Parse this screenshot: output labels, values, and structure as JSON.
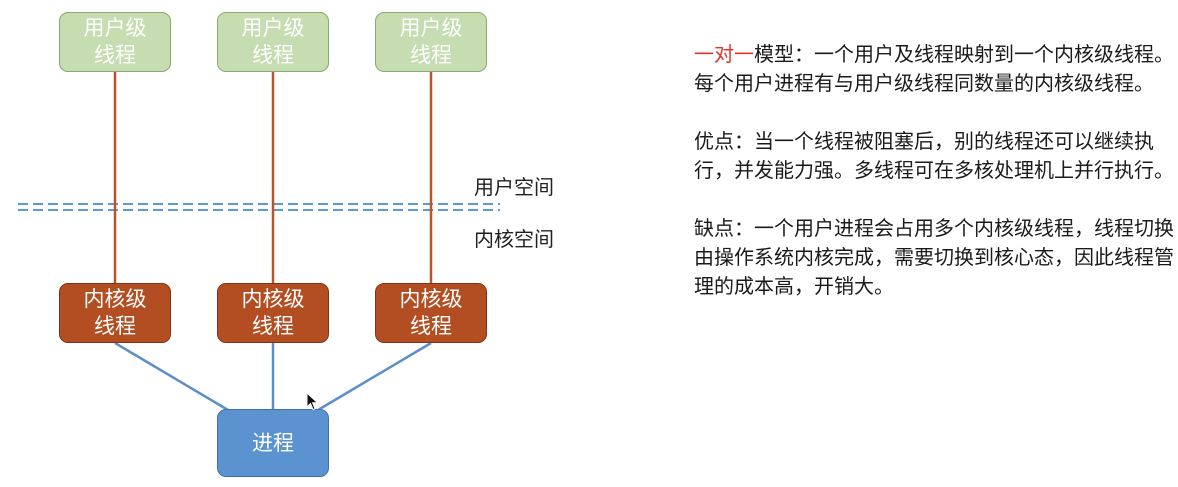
{
  "user_threads": [
    {
      "line1": "用户级",
      "line2": "线程"
    },
    {
      "line1": "用户级",
      "line2": "线程"
    },
    {
      "line1": "用户级",
      "line2": "线程"
    }
  ],
  "kernel_threads": [
    {
      "line1": "内核级",
      "line2": "线程"
    },
    {
      "line1": "内核级",
      "line2": "线程"
    },
    {
      "line1": "内核级",
      "line2": "线程"
    }
  ],
  "process": {
    "label": "进程"
  },
  "labels": {
    "user_space": "用户空间",
    "kernel_space": "内核空间"
  },
  "colors": {
    "user_box": "#c5ddb0",
    "kernel_box": "#b24e22",
    "process_box": "#5a93d0",
    "mapping_line": "#b5552e",
    "process_line": "#5b8fc9",
    "divider": "#5b9bd5",
    "highlight": "#e0352b"
  },
  "description": {
    "model_highlight": "一对一",
    "model_text": "模型：一个用户及线程映射到一个内核级线程。每个用户进程有与用户级线程同数量的内核级线程。",
    "advantages": "优点：当一个线程被阻塞后，别的线程还可以继续执行，并发能力强。多线程可在多核处理机上并行执行。",
    "disadvantages": "缺点：一个用户进程会占用多个内核级线程，线程切换由操作系统内核完成，需要切换到核心态，因此线程管理的成本高，开销大。"
  }
}
